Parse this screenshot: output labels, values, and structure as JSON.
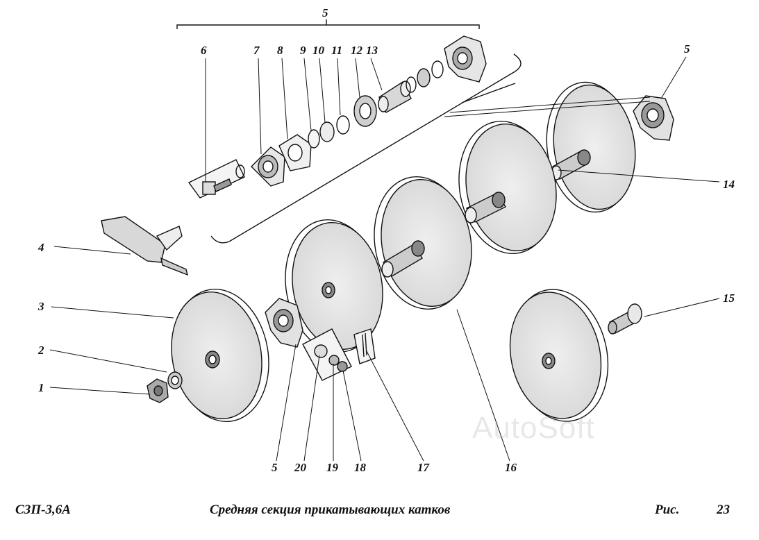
{
  "callouts": {
    "c1": "1",
    "c2": "2",
    "c3": "3",
    "c4": "4",
    "c5a": "5",
    "c5b": "5",
    "c5c": "5",
    "c6": "6",
    "c7": "7",
    "c8": "8",
    "c9": "9",
    "c10": "10",
    "c11": "11",
    "c12": "12",
    "c13": "13",
    "c14": "14",
    "c15": "15",
    "c16": "16",
    "c17": "17",
    "c18": "18",
    "c19": "19",
    "c20": "20"
  },
  "footer": {
    "model": "СЗП-3,6А",
    "title": "Средняя  секция прикатывающих катков",
    "fig_label": "Рис.",
    "fig_number": "23"
  },
  "watermark": "AutoSoft",
  "colors": {
    "ink": "#111111",
    "disc_fill": "#e4e4e4",
    "paper": "#ffffff"
  }
}
